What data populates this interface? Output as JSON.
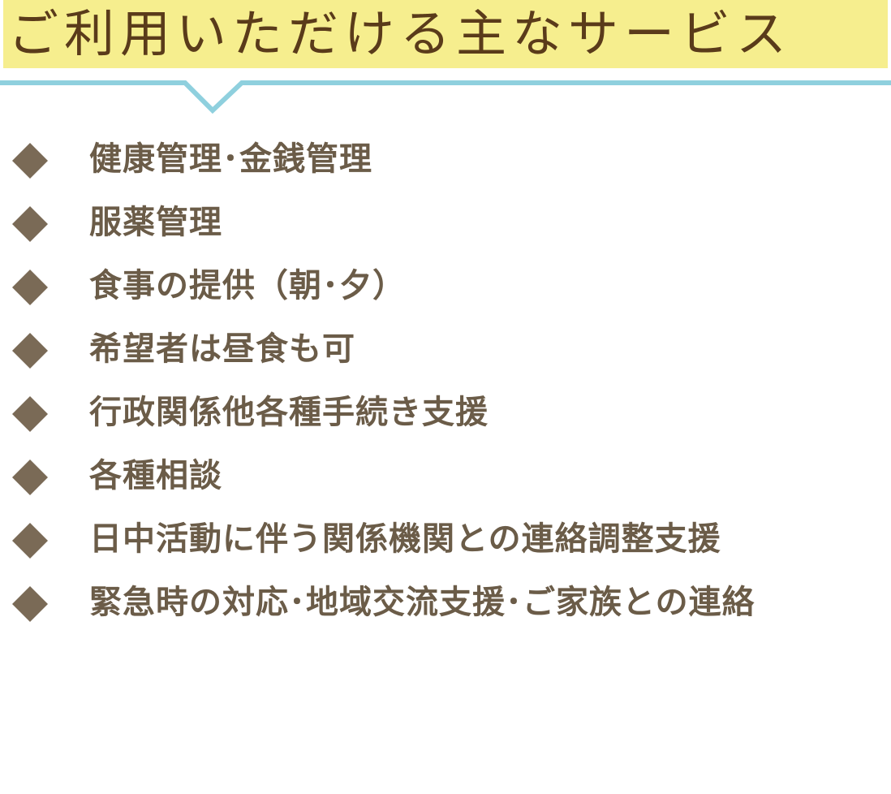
{
  "title": "ご利用いただける主なサービス",
  "services": [
    {
      "label": "健康管理･金銭管理",
      "icon": "diamond-icon"
    },
    {
      "label": "服薬管理",
      "icon": "diamond-icon"
    },
    {
      "label": "食事の提供（朝･夕）",
      "icon": "diamond-icon"
    },
    {
      "label": "希望者は昼食も可",
      "icon": "diamond-icon"
    },
    {
      "label": "行政関係他各種手続き支援",
      "icon": "diamond-icon"
    },
    {
      "label": "各種相談",
      "icon": "diamond-icon"
    },
    {
      "label": "日中活動に伴う関係機関との連絡調整支援",
      "icon": "diamond-icon"
    },
    {
      "label": "緊急時の対応･地域交流支援･ご家族との連絡",
      "icon": "diamond-icon"
    }
  ],
  "colors": {
    "title_background": "#f6ee8e",
    "title_text": "#5a3b1a",
    "divider": "#8fd0de",
    "bullet": "#7a6a56",
    "item_text": "#6b5c48"
  }
}
